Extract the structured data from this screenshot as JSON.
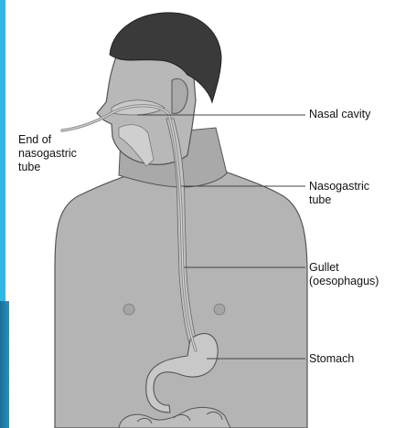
{
  "labels": {
    "end_of_tube": [
      "End of",
      "nasogastric",
      "tube"
    ],
    "nasal_cavity": "Nasal cavity",
    "nasogastric_tube": [
      "Nasogastric",
      "tube"
    ],
    "gullet": [
      "Gullet",
      "(oesophagus)"
    ],
    "stomach": "Stomach"
  },
  "colors": {
    "background_accent": "#2fb8e6",
    "skin": "#b4b4b4",
    "hair": "#3a3a3a",
    "tube": "#888888"
  }
}
